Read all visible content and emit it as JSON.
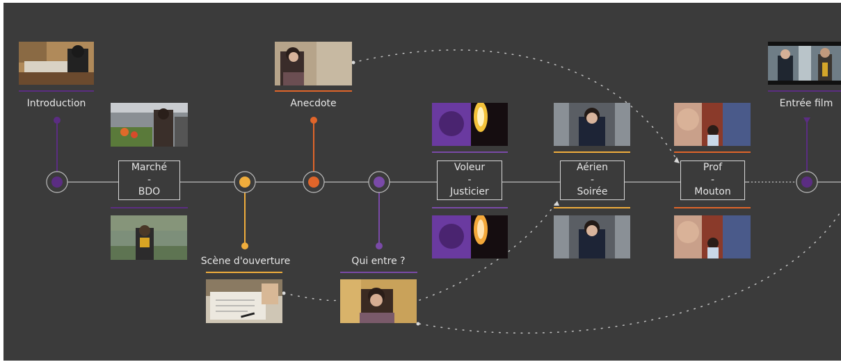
{
  "colors": {
    "background": "#3b3b3b",
    "purple": "#5b2d82",
    "purple_light": "#7a4aa8",
    "orange": "#e0652a",
    "yellow": "#f0ad3c",
    "line": "#bdbdbd",
    "text": "#e6e6e6"
  },
  "nodes": {
    "introduction": "Introduction",
    "anecdote": "Anecdote",
    "scene_ouverture": "Scène d'ouverture",
    "qui_entre": "Qui entre ?",
    "entree_film": "Entrée film"
  },
  "pairs": {
    "marche_bdo": [
      "Marché",
      "-",
      "BDO"
    ],
    "voleur_justicier": [
      "Voleur",
      "-",
      "Justicier"
    ],
    "aerien_soiree": [
      "Aérien",
      "-",
      "Soirée"
    ],
    "prof_mouton": [
      "Prof",
      "-",
      "Mouton"
    ]
  },
  "icons": {
    "circle_node": "circle-node-icon",
    "arrow": "arrow-head-icon"
  }
}
